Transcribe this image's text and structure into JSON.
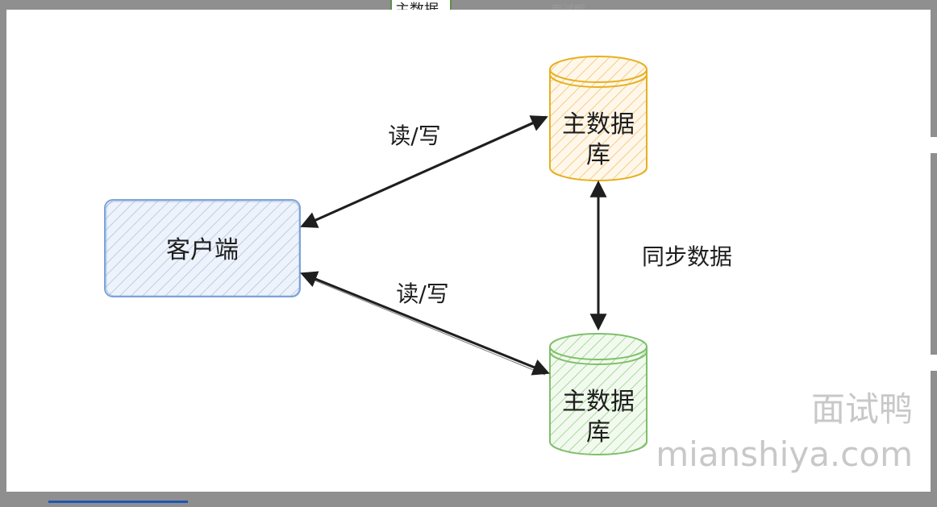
{
  "background_page": {
    "top_snippet": "主数据",
    "top_snippet_faded": "面试鸭"
  },
  "diagram": {
    "client_label": "客户端",
    "primary_db": {
      "line1": "主数据",
      "line2": "库",
      "color": "#e6b01e",
      "fill_color": "#f6cc86"
    },
    "replica_db": {
      "line1": "主数据",
      "line2": "库",
      "color": "#7fbf6a",
      "fill_color": "#a7d99a"
    },
    "client_color": "#7da3d6",
    "edge_top_label": "读/写",
    "edge_bottom_label": "读/写",
    "edge_sync_label": "同步数据"
  },
  "watermark": {
    "line1": "面试鸭",
    "line2": "mianshiya.com"
  }
}
